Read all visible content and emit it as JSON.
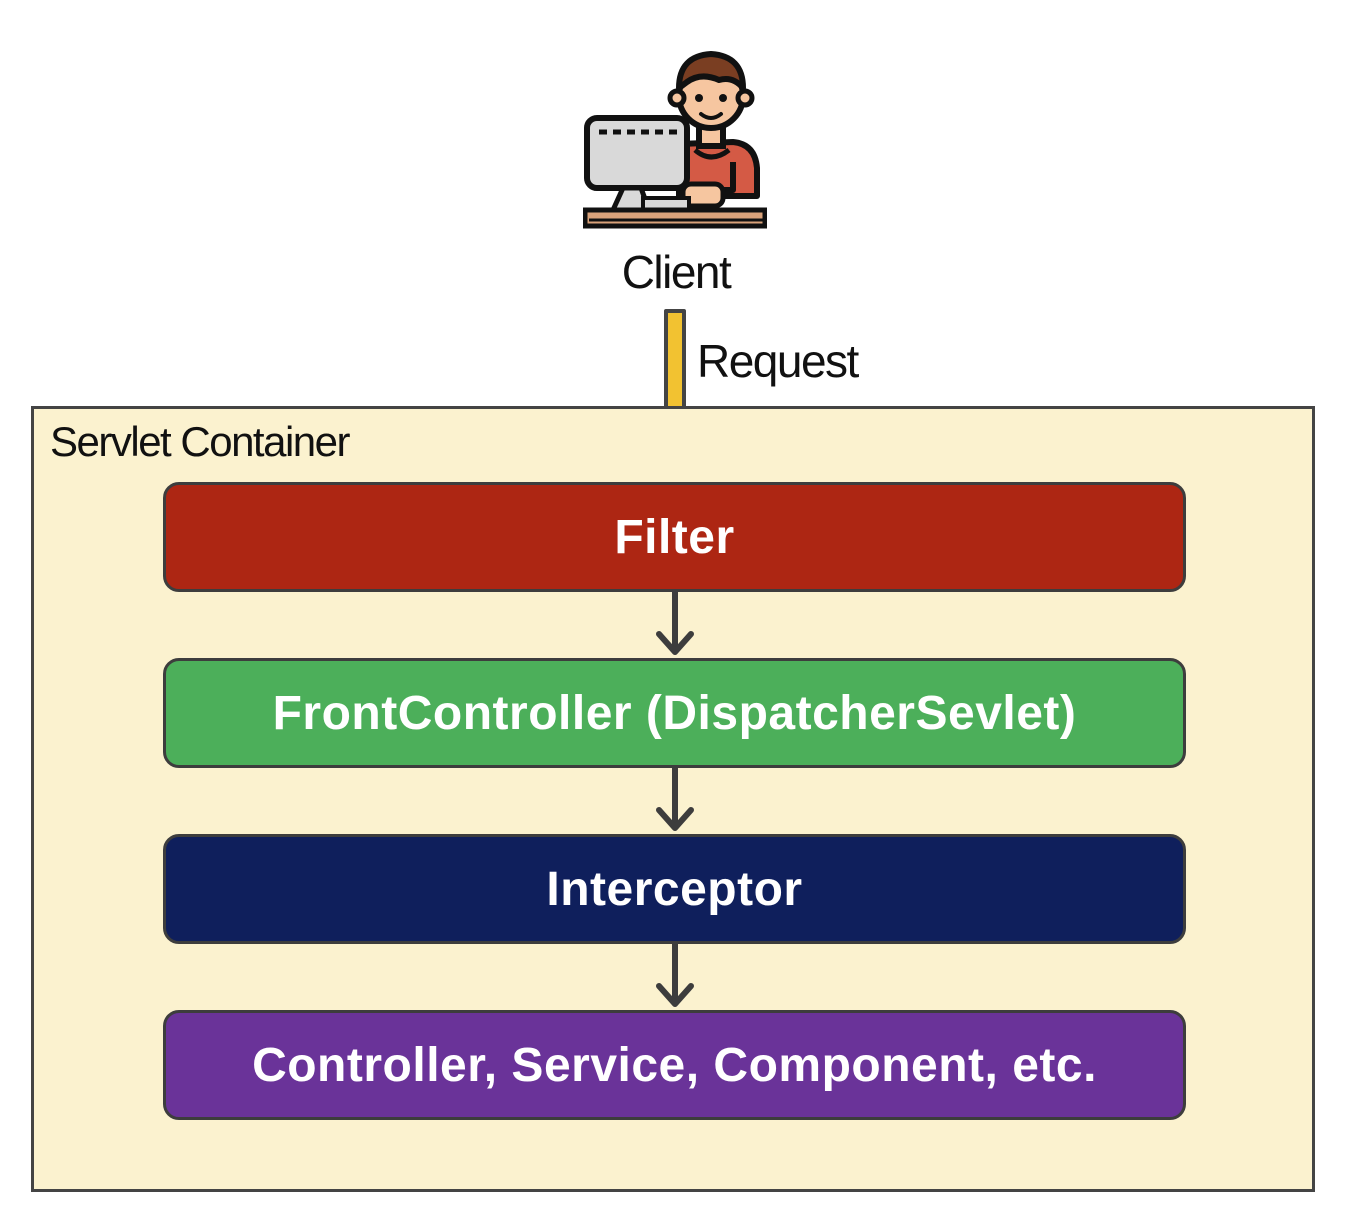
{
  "client": {
    "icon": "person-at-computer-icon",
    "label": "Client"
  },
  "request": {
    "label": "Request",
    "color": "#f2c231"
  },
  "container": {
    "label": "Servlet Container",
    "background": "#fbf2cf"
  },
  "layers": [
    {
      "label": "Filter",
      "color": "#ad2613"
    },
    {
      "label": "FrontController (DispatcherSevlet)",
      "color": "#4caf5a"
    },
    {
      "label": "Interceptor",
      "color": "#0f1f5c"
    },
    {
      "label": "Controller, Service, Component, etc.",
      "color": "#6a3399"
    }
  ]
}
